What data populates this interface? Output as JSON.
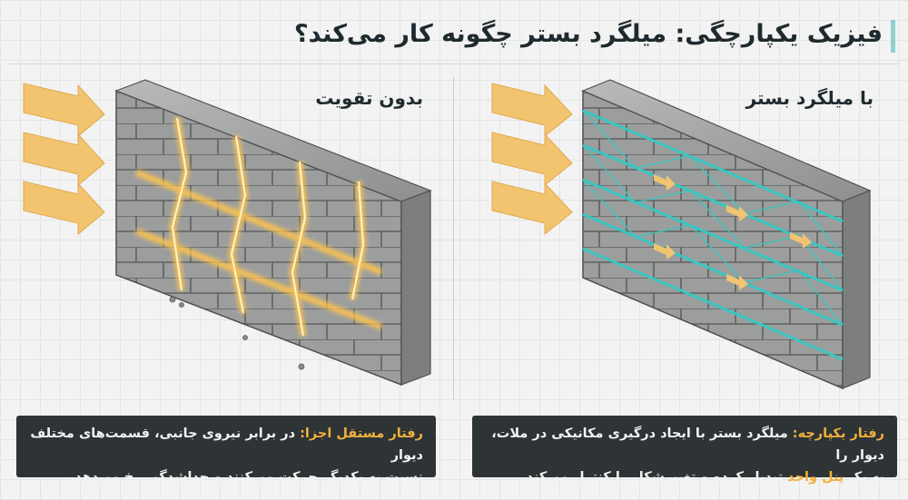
{
  "title": "فیزیک یکپارچگی: میلگرد بستر چگونه کار می‌کند؟",
  "left_panel": {
    "label": "بدون تقویت",
    "caption_highlight": "رفتار مستقل اجزا:",
    "caption_line1": " در برابر نیروی جانبی، قسمت‌های مختلف دیوار",
    "caption_line2": "نسبت به یکدیگر حرکت می‌کنند و جداشدگی رخ می‌دهد."
  },
  "right_panel": {
    "label": "با میلگرد بستر",
    "caption_highlight": "رفتار یکپارچه:",
    "caption_line1": " میلگرد بستر با ایجاد درگیری مکانیکی در ملات، دیوار را",
    "caption_pre": "به یک ",
    "caption_highlight2": "پنل واحد",
    "caption_post": " تبدیل کرده و تغییرشکل را کنترل می‌کند."
  },
  "colors": {
    "arrow": "#f2c470",
    "glow": "#ffc44d",
    "brick": "#9a9c9b",
    "rebar": "#39c6c2",
    "caption_bg": "#2e3336",
    "highlight": "#f2b13a"
  }
}
